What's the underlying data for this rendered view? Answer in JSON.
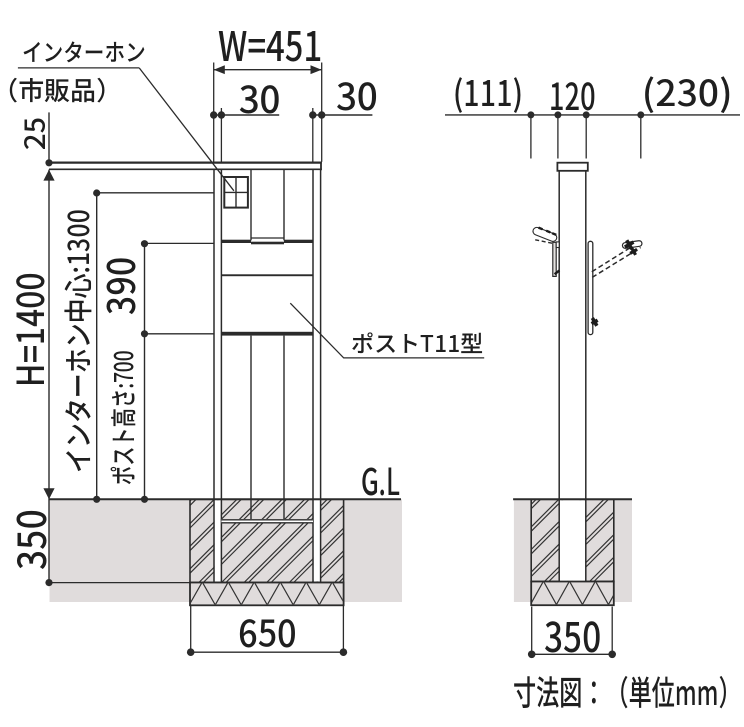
{
  "title": "寸法図",
  "colors": {
    "line": "#2b2b2b",
    "ground_fill": "#e0dcdc",
    "text": "#1f1f1f"
  },
  "front_view": {
    "labels": {
      "intercom_line1": "インターホン",
      "intercom_line2": "（市販品）",
      "post_model": "ポストT11型",
      "ground_line": "G.L"
    },
    "dimensions": {
      "width": "W=451",
      "left_frame_width": "30",
      "right_frame_width": "30",
      "cap_thickness": "25",
      "total_height": "H=1400",
      "intercom_center_height": "インターホン中心:1300",
      "post_box_height": "390",
      "post_mount_height": "ポスト高さ:700",
      "embed_depth": "350",
      "footing_width": "650"
    }
  },
  "side_view": {
    "dimensions": {
      "intercom_offset": "(111)",
      "post_depth": "120",
      "box_offset": "(230)",
      "footing_width": "350"
    }
  },
  "caption": "寸法図：（単位mm）"
}
